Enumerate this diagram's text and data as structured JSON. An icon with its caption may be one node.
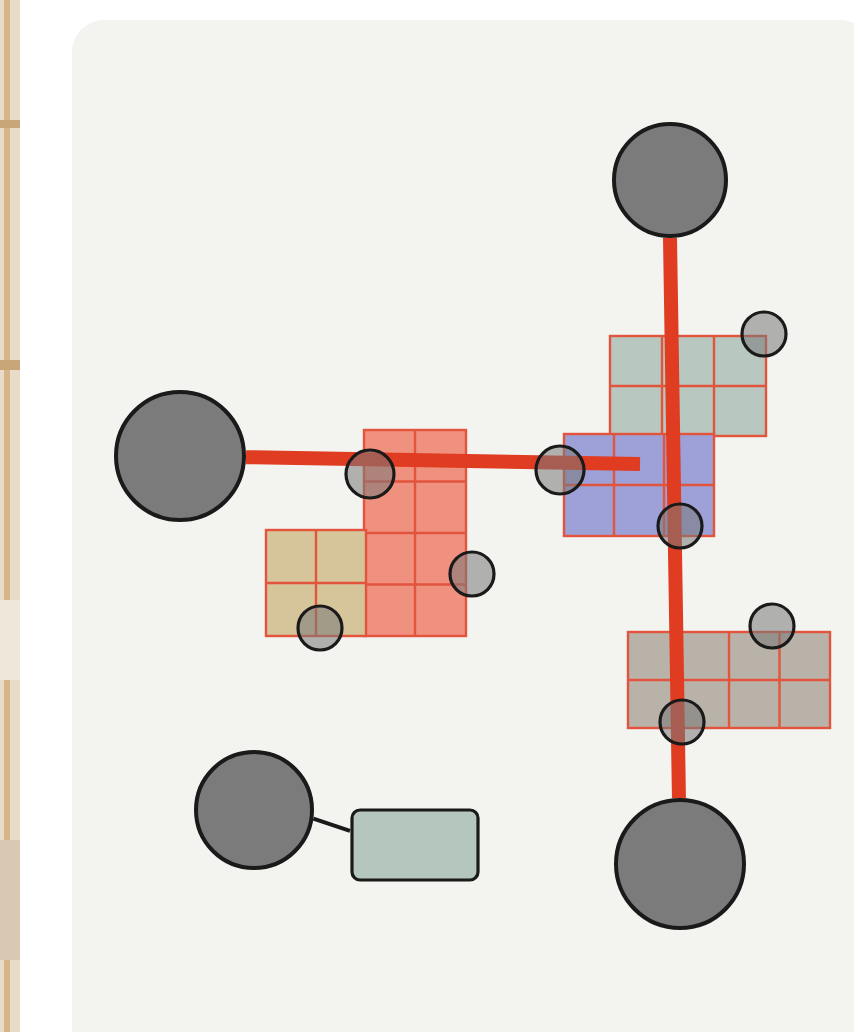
{
  "diagram": {
    "nodes": [
      {
        "text": [],
        "shape": "circle"
      },
      {
        "text": [],
        "shape": "circle"
      },
      {
        "text": [],
        "shape": "circle"
      },
      {
        "text": [],
        "shape": "circle"
      },
      {
        "text": [],
        "shape": "box"
      }
    ],
    "edges": [
      {
        "from": 0,
        "to": null,
        "arrow": "none"
      },
      {
        "from": 1,
        "to": 2,
        "arrow": "none"
      },
      {
        "from": 3,
        "to": 4,
        "arrow": "none",
        "color": "#1a1a1a"
      }
    ]
  }
}
